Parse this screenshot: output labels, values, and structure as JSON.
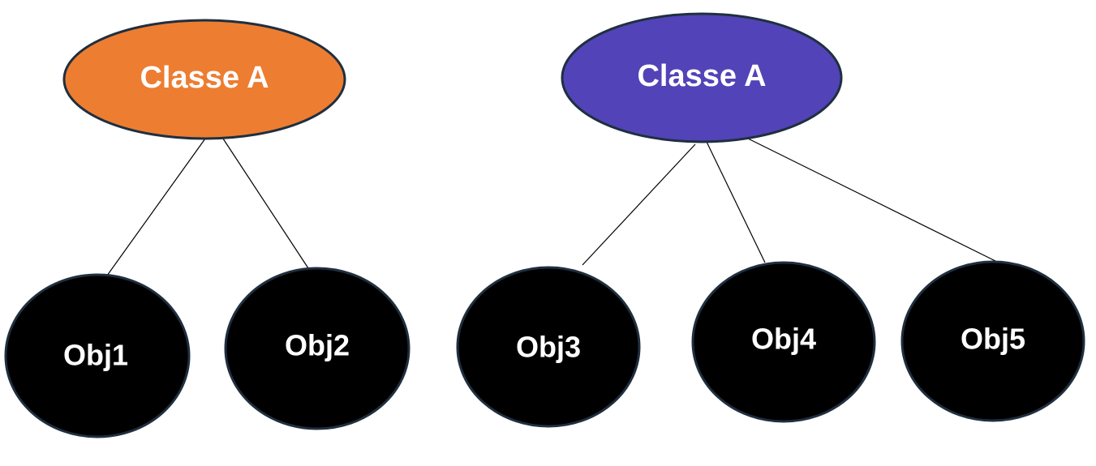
{
  "diagram": {
    "classes": [
      {
        "label": "Classe A",
        "fill": "#ED7D31"
      },
      {
        "label": "Classe A",
        "fill": "#5243B8"
      }
    ],
    "objects": [
      {
        "label": "Obj1"
      },
      {
        "label": "Obj2"
      },
      {
        "label": "Obj3"
      },
      {
        "label": "Obj4"
      },
      {
        "label": "Obj5"
      }
    ]
  }
}
